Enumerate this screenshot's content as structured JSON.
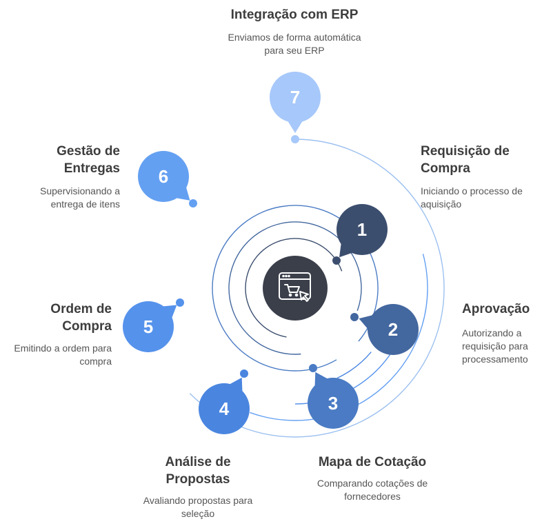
{
  "steps": [
    {
      "number": "1",
      "title": "Requisição de Compra",
      "title_lines": [
        "Requisição de",
        "Compra"
      ],
      "description_lines": [
        "Iniciando o processo de",
        "aquisição"
      ],
      "color": "#3c4e6e"
    },
    {
      "number": "2",
      "title": "Aprovação",
      "title_lines": [
        "Aprovação"
      ],
      "description_lines": [
        "Autorizando a",
        "requisição para",
        "processamento"
      ],
      "color": "#43679f"
    },
    {
      "number": "3",
      "title": "Mapa de Cotação",
      "title_lines": [
        "Mapa de Cotação"
      ],
      "description_lines": [
        "Comparando cotações de",
        "fornecedores"
      ],
      "color": "#4a7bc4"
    },
    {
      "number": "4",
      "title": "Análise de Propostas",
      "title_lines": [
        "Análise de",
        "Propostas"
      ],
      "description_lines": [
        "Avaliando propostas para",
        "seleção"
      ],
      "color": "#4a86e0"
    },
    {
      "number": "5",
      "title": "Ordem de Compra",
      "title_lines": [
        "Ordem de",
        "Compra"
      ],
      "description_lines": [
        "Emitindo a ordem para",
        "compra"
      ],
      "color": "#5592ec"
    },
    {
      "number": "6",
      "title": "Gestão de Entregas",
      "title_lines": [
        "Gestão de",
        "Entregas"
      ],
      "description_lines": [
        "Supervisionando a",
        "entrega de itens"
      ],
      "color": "#64a0f2"
    },
    {
      "number": "7",
      "title": "Integração com ERP",
      "title_lines": [
        "Integração com ERP"
      ],
      "description_lines": [
        "Enviamos de forma automática",
        "para seu ERP"
      ],
      "color": "#a7c8fa"
    }
  ],
  "center": {
    "icon": "cart-browser-icon",
    "color": "#3a3f4a"
  },
  "ring_color": "#9cc0f0"
}
